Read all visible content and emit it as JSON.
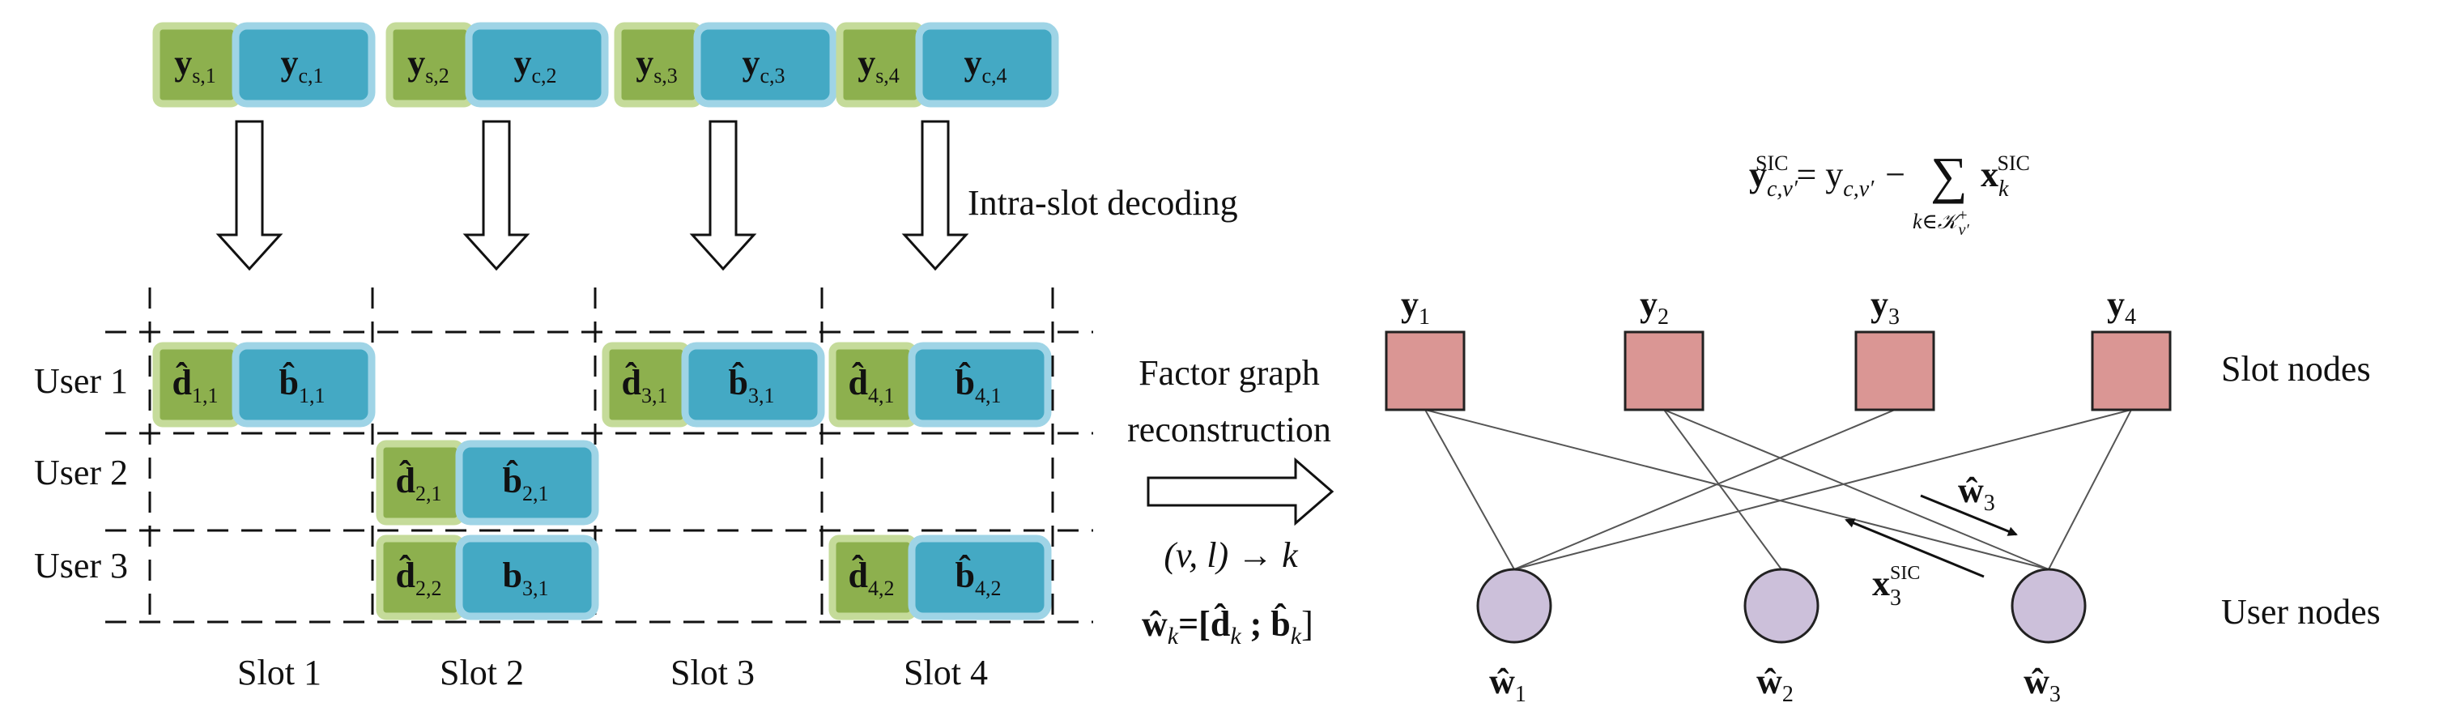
{
  "signals": [
    {
      "s": "y",
      "s_sub": "s,1",
      "c": "y",
      "c_sub": "c,1"
    },
    {
      "s": "y",
      "s_sub": "s,2",
      "c": "y",
      "c_sub": "c,2"
    },
    {
      "s": "y",
      "s_sub": "s,3",
      "c": "y",
      "c_sub": "c,3"
    },
    {
      "s": "y",
      "s_sub": "s,4",
      "c": "y",
      "c_sub": "c,4"
    }
  ],
  "intra_slot_label": "Intra-slot decoding",
  "users": [
    "User 1",
    "User 2",
    "User 3"
  ],
  "slots": [
    "Slot 1",
    "Slot 2",
    "Slot 3",
    "Slot 4"
  ],
  "decoded_packets": [
    {
      "user": 0,
      "slot": 0,
      "d": "d̂",
      "d_sub": "1,1",
      "b": "b̂",
      "b_sub": "1,1"
    },
    {
      "user": 0,
      "slot": 2,
      "d": "d̂",
      "d_sub": "3,1",
      "b": "b̂",
      "b_sub": "3,1"
    },
    {
      "user": 0,
      "slot": 3,
      "d": "d̂",
      "d_sub": "4,1",
      "b": "b̂",
      "b_sub": "4,1"
    },
    {
      "user": 1,
      "slot": 1,
      "d": "d̂",
      "d_sub": "2,1",
      "b": "b̂",
      "b_sub": "2,1"
    },
    {
      "user": 2,
      "slot": 1,
      "d": "d̂",
      "d_sub": "2,2",
      "b": "b",
      "b_sub": "3,1"
    },
    {
      "user": 2,
      "slot": 3,
      "d": "d̂",
      "d_sub": "4,2",
      "b": "b̂",
      "b_sub": "4,2"
    }
  ],
  "factor_graph_label_1": "Factor graph",
  "factor_graph_label_2": "reconstruction",
  "mapping": "(v, l) → k",
  "w_def_lhs": "ŵ",
  "w_def_sub": "k",
  "w_def_rhs": "=[d̂",
  "w_def_rhs_sub": "k",
  "w_def_rhs2": " ; b̂",
  "w_def_rhs2_sub": "k",
  "w_def_close": "]",
  "sic_equation": {
    "lhs": "y",
    "lhs_sub": "c,v′",
    "lhs_sup": "SIC",
    "eq": "= y",
    "eq_sub": "c,v′",
    "minus": "−",
    "sum": "∑",
    "sum_sub": "k∈𝒦",
    "sum_sub_sup": "+",
    "sum_sub_sub": "v′",
    "term": "x",
    "term_sub": "k",
    "term_sup": "SIC"
  },
  "slot_nodes": [
    {
      "name": "y",
      "sub": "1"
    },
    {
      "name": "y",
      "sub": "2"
    },
    {
      "name": "y",
      "sub": "3"
    },
    {
      "name": "y",
      "sub": "4"
    }
  ],
  "user_nodes": [
    {
      "name": "ŵ",
      "sub": "1"
    },
    {
      "name": "ŵ",
      "sub": "2"
    },
    {
      "name": "ŵ",
      "sub": "3"
    }
  ],
  "edges": [
    [
      0,
      0
    ],
    [
      0,
      2
    ],
    [
      1,
      1
    ],
    [
      1,
      2
    ],
    [
      2,
      0
    ],
    [
      3,
      0
    ],
    [
      3,
      2
    ]
  ],
  "slot_nodes_label": "Slot nodes",
  "user_nodes_label": "User nodes",
  "message_forward": {
    "name": "ŵ",
    "sub": "3"
  },
  "message_back": {
    "name": "x",
    "sub": "3",
    "sup": "SIC"
  },
  "colors": {
    "green_fill": "#8DB04E",
    "green_border": "#C5DB9A",
    "blue_fill": "#44A9C4",
    "blue_border": "#9FD4E6",
    "slot_node": "#DA9694",
    "user_node": "#CCC0DA"
  }
}
